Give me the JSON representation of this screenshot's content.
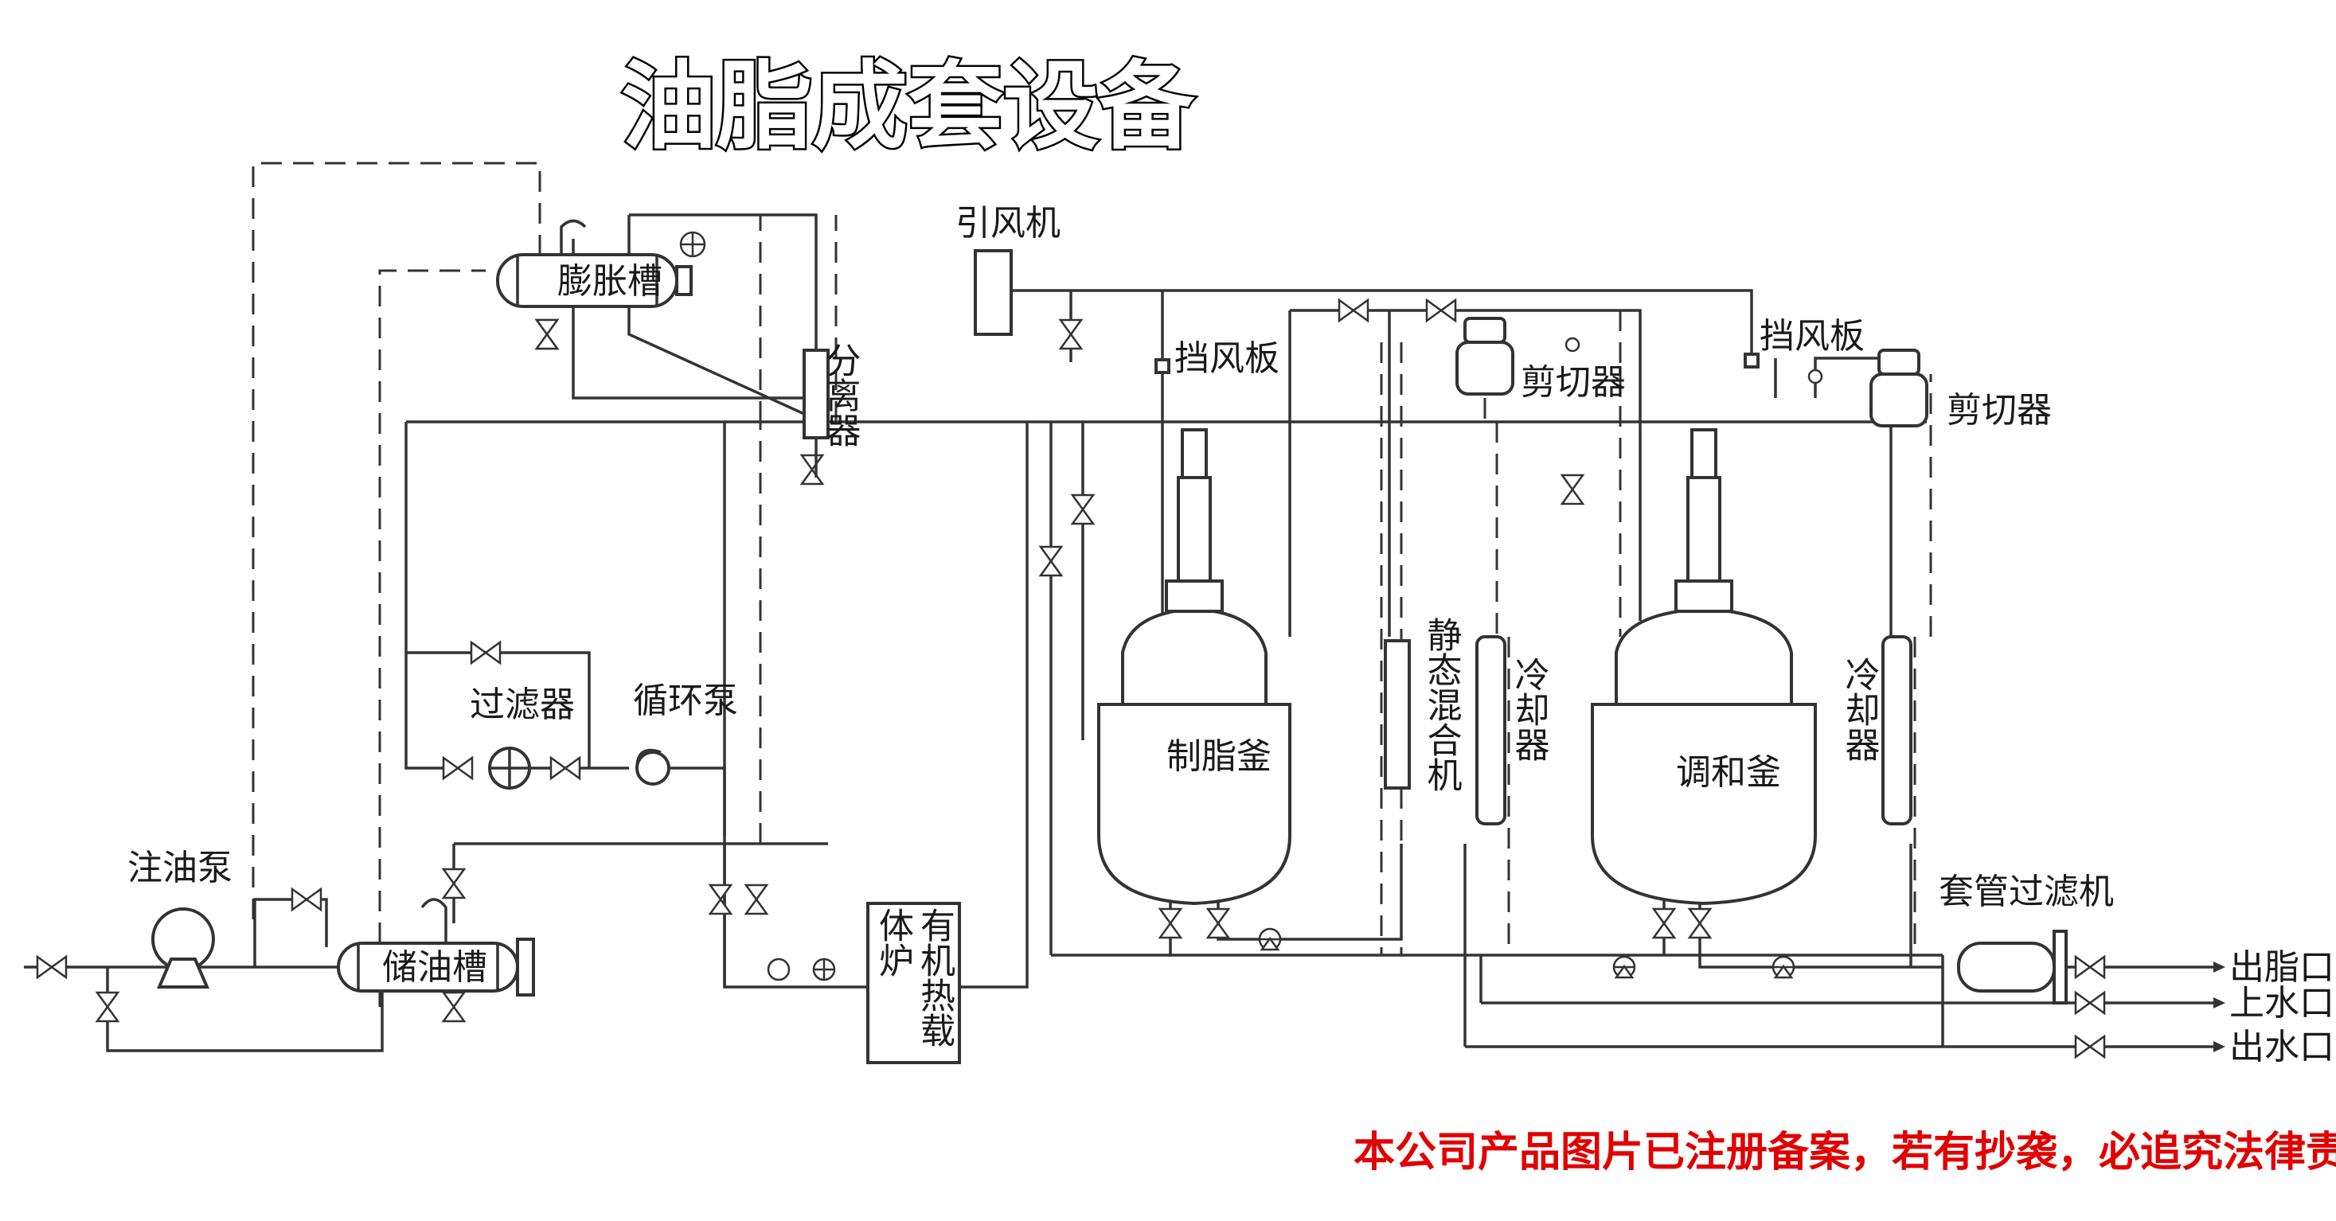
{
  "title": "油脂成套设备",
  "notice": "本公司产品图片已注册备案，若有抄袭，必追究法律责任",
  "labels": {
    "expansion_tank": "膨胀槽",
    "separator": "分离器",
    "induced_fan": "引风机",
    "damper": "挡风板",
    "shear_1": "剪切器",
    "shear_2": "剪切器",
    "filter": "过滤器",
    "circulation_pump": "循环泵",
    "oil_injection_pump": "注油泵",
    "oil_storage_tank": "储油槽",
    "heater": "有机热载体炉",
    "grease_kettle": "制脂釜",
    "static_mixer": "静态混合机",
    "cooler_1": "冷却器",
    "blending_kettle": "调和釜",
    "cooler_2": "冷却器",
    "jacket_filter": "套管过滤机",
    "grease_outlet": "出脂口",
    "water_inlet": "上水口",
    "water_outlet": "出水口"
  },
  "colors": {
    "line": "#333333",
    "notice": "#e00000",
    "background": "#ffffff"
  }
}
